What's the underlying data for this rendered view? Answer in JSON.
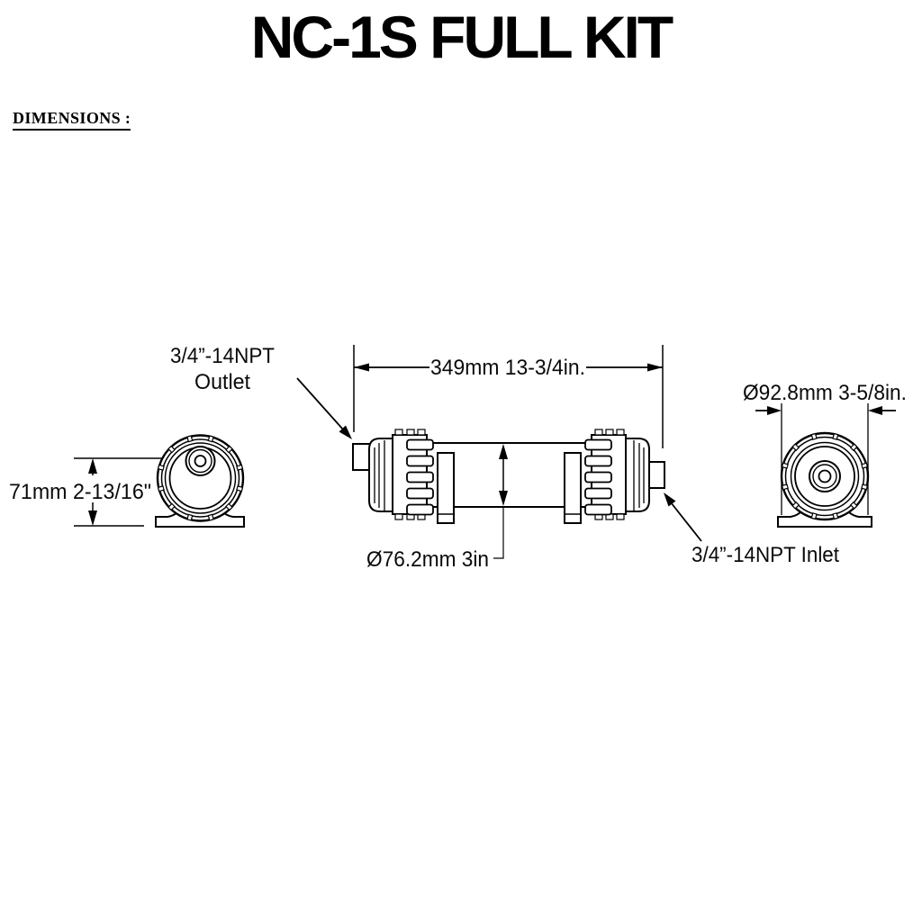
{
  "title": "NC-1S FULL KIT",
  "section_label": "DIMENSIONS :",
  "colors": {
    "ink": "#000000",
    "background": "#ffffff"
  },
  "labels": {
    "overall_length": "349mm 13-3/4in.",
    "body_diameter": "Ø76.2mm 3in",
    "cap_diameter": "Ø92.8mm 3-5/8in.",
    "outlet_height": "71mm 2-13/16\"",
    "outlet_line1": "3/4”-14NPT",
    "outlet_line2": "Outlet",
    "inlet": "3/4”-14NPT Inlet"
  }
}
